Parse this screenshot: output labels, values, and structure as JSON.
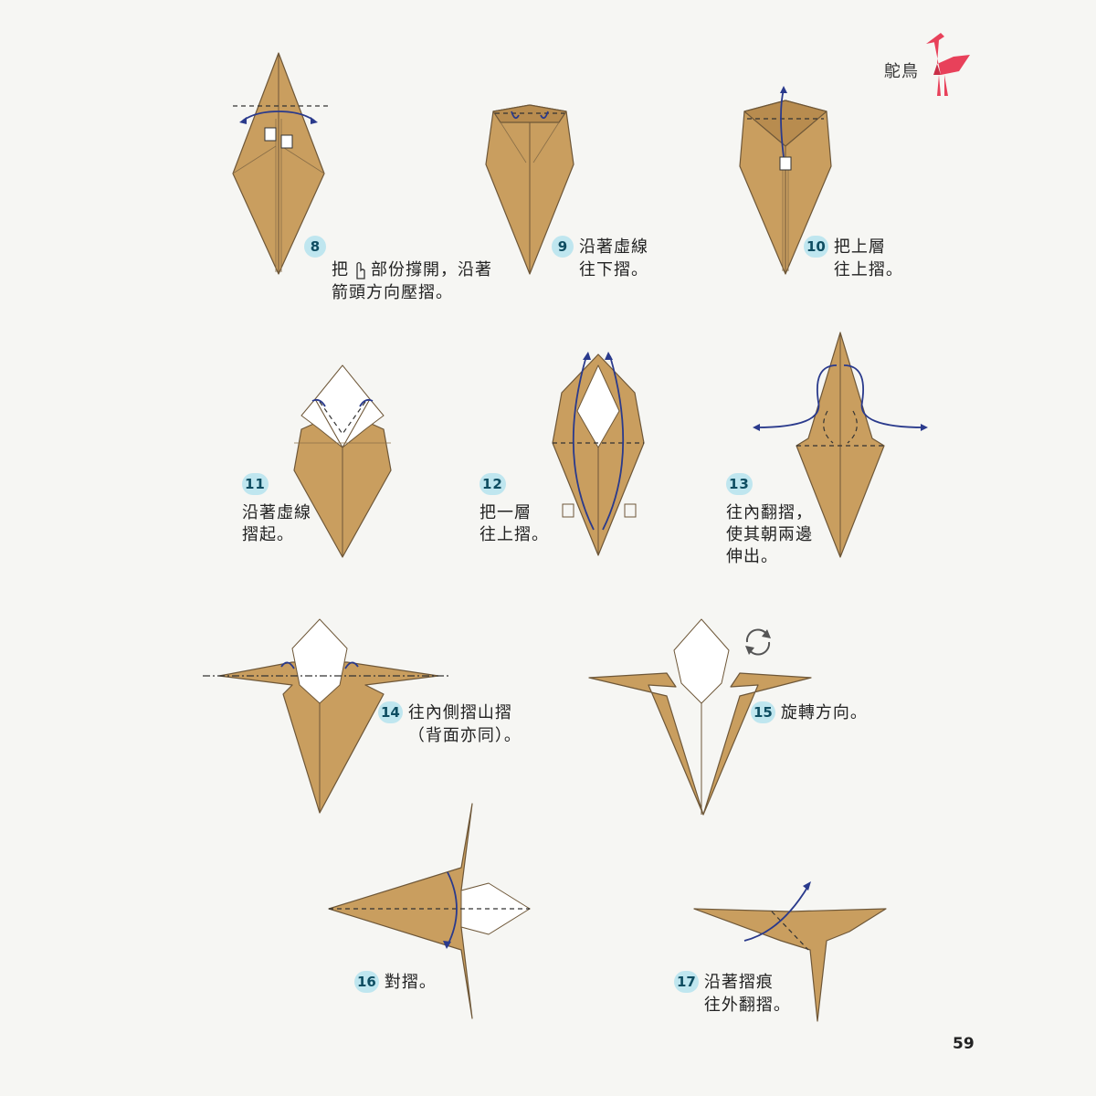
{
  "header": {
    "title": "鴕鳥",
    "icon": "ostrich-icon"
  },
  "steps": [
    {
      "num": "8",
      "line1": "把",
      "line1b": "部份撐開，沿著",
      "line2": "箭頭方向壓摺。"
    },
    {
      "num": "9",
      "line1": "沿著虛線",
      "line2": "往下摺。"
    },
    {
      "num": "10",
      "line1": "把上層",
      "line2": "往上摺。"
    },
    {
      "num": "11",
      "text": "沿著虛線\n摺起。"
    },
    {
      "num": "12",
      "text": "把一層\n往上摺。"
    },
    {
      "num": "13",
      "text": "往內翻摺，\n使其朝兩邊\n伸出。"
    },
    {
      "num": "14",
      "line1": "往內側摺山摺",
      "line2": "（背面亦同）。"
    },
    {
      "num": "15",
      "line1": "旋轉方向。"
    },
    {
      "num": "16",
      "line1": "對摺。"
    },
    {
      "num": "17",
      "line1": "沿著摺痕",
      "line2": "往外翻摺。"
    }
  ],
  "footer": {
    "page_number": "59"
  },
  "colors": {
    "paper": "#c99e5f",
    "badge": "#bfe6ef",
    "arrow": "#2a3a8c",
    "accent": "#e8415a"
  }
}
